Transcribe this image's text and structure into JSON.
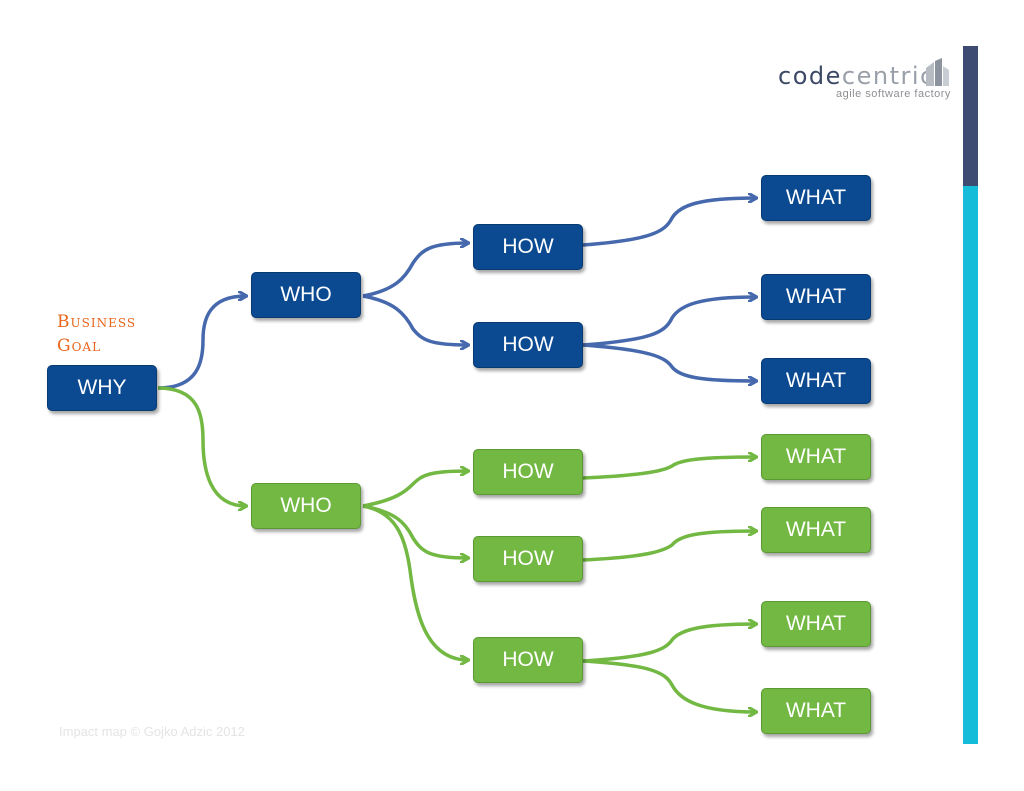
{
  "brand": {
    "name_primary": "code",
    "name_accent": "centric",
    "tagline": "agile software factory",
    "colors": {
      "navy": "#3d4a72",
      "cyan": "#15bcd9",
      "logo_text": "#3d4a66"
    }
  },
  "goal_label": {
    "line1": "Business",
    "line2": "Goal"
  },
  "caption": "Impact map © Gojko Adzic 2012",
  "colors": {
    "blue_node": "#0b4a91",
    "green_node": "#72b843",
    "blue_arrow": "#4668ad",
    "green_arrow": "#72b843",
    "goal_text": "#e8641a"
  },
  "nodes": {
    "why": "WHY",
    "who_blue": "WHO",
    "who_green": "WHO",
    "how_blue_1": "HOW",
    "how_blue_2": "HOW",
    "how_green_1": "HOW",
    "how_green_2": "HOW",
    "how_green_3": "HOW",
    "what_blue_1": "WHAT",
    "what_blue_2": "WHAT",
    "what_blue_3": "WHAT",
    "what_green_1": "WHAT",
    "what_green_2": "WHAT",
    "what_green_3": "WHAT",
    "what_green_4": "WHAT"
  }
}
